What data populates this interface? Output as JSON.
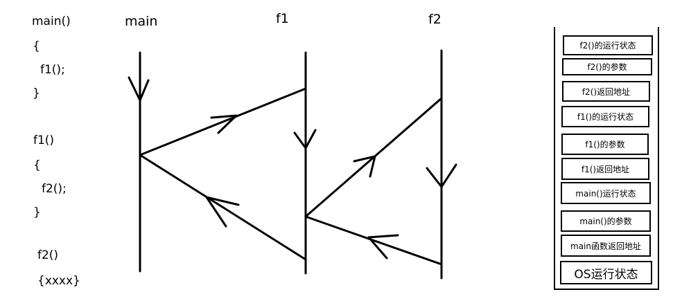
{
  "code_lines": [
    {
      "id": "main-decl",
      "text": "main()"
    },
    {
      "id": "main-open",
      "text": "{"
    },
    {
      "id": "main-call",
      "text": "f1();"
    },
    {
      "id": "main-close",
      "text": "}"
    },
    {
      "id": "f1-decl",
      "text": "f1()"
    },
    {
      "id": "f1-open",
      "text": "{"
    },
    {
      "id": "f1-call",
      "text": "f2();"
    },
    {
      "id": "f1-close",
      "text": "}"
    },
    {
      "id": "f2-decl",
      "text": "f2()"
    },
    {
      "id": "f2-body",
      "text": "{xxxx}"
    }
  ],
  "lanes": {
    "main": "main",
    "f1": "f1",
    "f2": "f2"
  },
  "stack": [
    "f2()的运行状态",
    "f2()的参数",
    "f2()返回地址",
    "f1()的运行状态",
    "f1()的参数",
    "f1()返回地址",
    "main()运行状态",
    "main()的参数",
    "main函数返回地址",
    "OS运行状态"
  ]
}
